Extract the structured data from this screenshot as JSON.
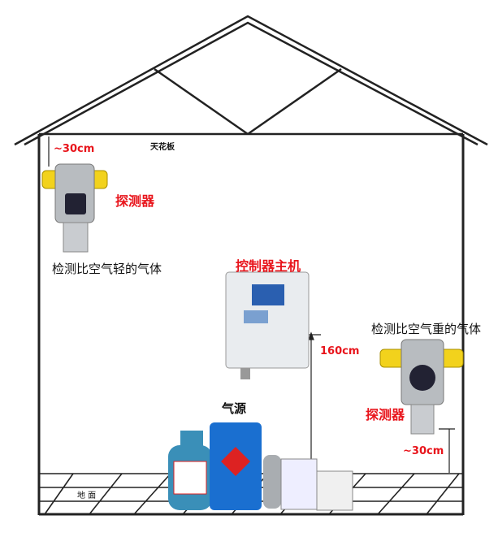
{
  "labels": {
    "ceiling": "天花板",
    "floor": "地 面",
    "top_distance": "~30cm",
    "left_detector": "探测器",
    "left_detector_caption": "检测比空气轻的气体",
    "controller": "控制器主机",
    "controller_height": "160cm",
    "right_detector_caption": "检测比空气重的气体",
    "right_detector": "探测器",
    "bottom_distance": "~30cm",
    "gas_source": "气源"
  },
  "colors": {
    "accent": "#e8141b",
    "detector_yellow": "#f2d21c",
    "steel": "#b8bcc0"
  }
}
